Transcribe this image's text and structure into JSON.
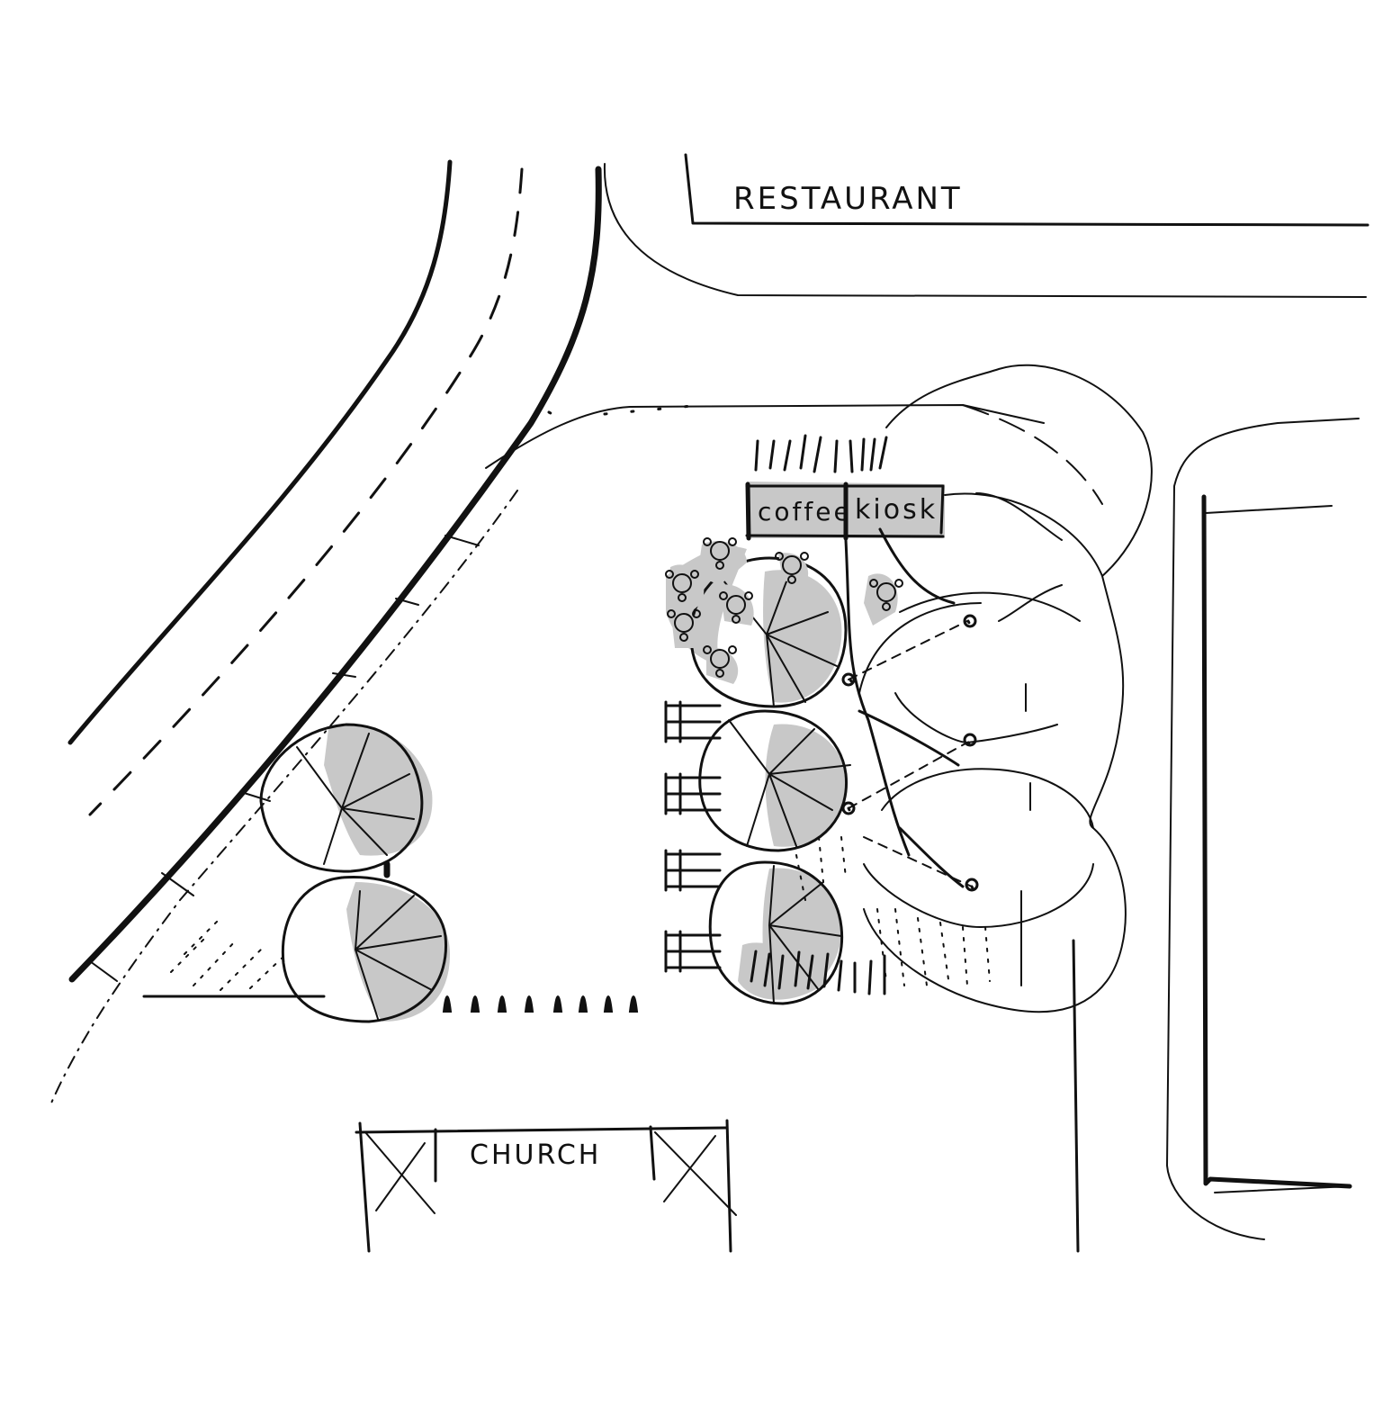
{
  "labels": {
    "restaurant": "RESTAURANT",
    "church": "CHURCH",
    "kiosk_left": "coffee",
    "kiosk_right": "kiosk"
  },
  "colors": {
    "ink": "#111111",
    "shade": "#c8c8c8",
    "paper": "#ffffff"
  }
}
